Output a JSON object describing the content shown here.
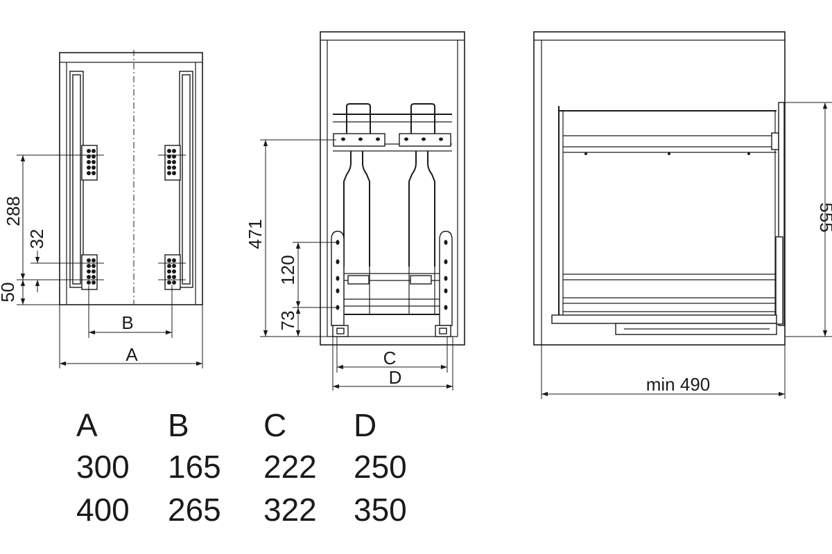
{
  "front_view": {
    "dim_288": "288",
    "dim_32": "32",
    "dim_50": "50",
    "dim_B": "B",
    "dim_A": "A"
  },
  "middle_view": {
    "dim_471": "471",
    "dim_120": "120",
    "dim_73": "73",
    "dim_C": "C",
    "dim_D": "D"
  },
  "side_view": {
    "dim_555": "555",
    "dim_min490": "min 490"
  },
  "size_table": {
    "headers": [
      "A",
      "B",
      "C",
      "D"
    ],
    "rows": [
      [
        "300",
        "165",
        "222",
        "250"
      ],
      [
        "400",
        "265",
        "322",
        "350"
      ]
    ]
  }
}
